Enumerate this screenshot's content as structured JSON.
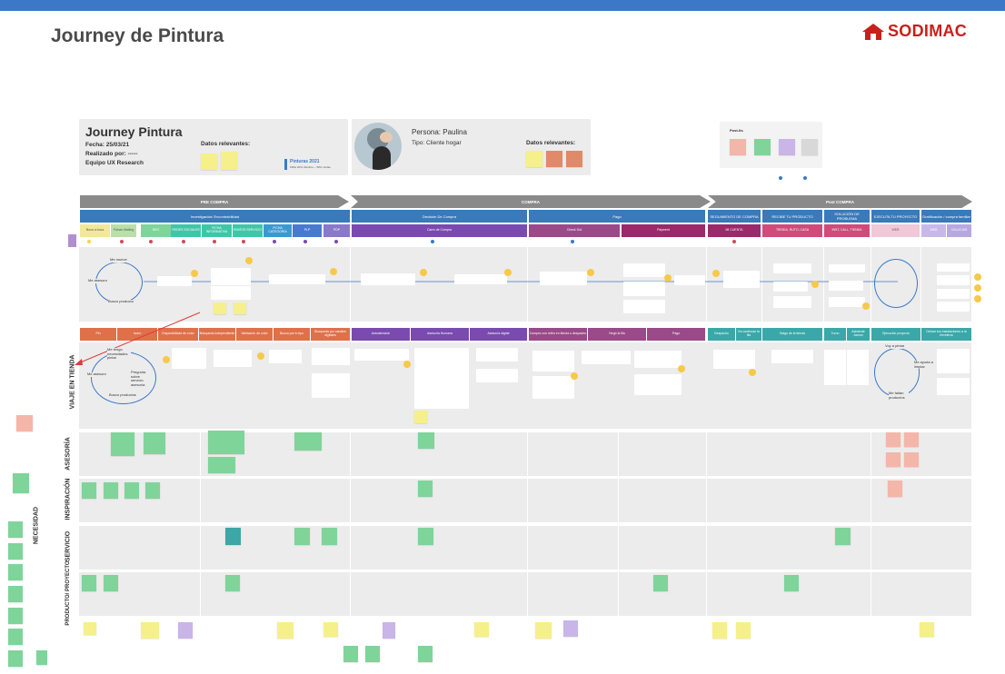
{
  "header": {
    "title": "Journey de Pintura",
    "brand": "SODIMAC",
    "brand_color": "#c8201c",
    "accent": "#3d78c8"
  },
  "journey_card": {
    "heading": "Journey Pintura",
    "date_label": "Fecha: 25/03/21",
    "author_label": "Realizado por: -----",
    "team_label": "Equipo UX Research",
    "relevant_label": "Datos relevantes:",
    "legend_title": "Pinturas 2021",
    "legend_sub": "Fifibs 20% cilindros ~ 30% mixtas"
  },
  "persona_card": {
    "name_label": "Persona: Paulina",
    "type_label": "Tipo: Cliente hogar",
    "relevant_label": "Datos relevantes:"
  },
  "postit_card": {
    "label": "Post-its"
  },
  "phases": [
    {
      "label": "PRE COMPRA"
    },
    {
      "label": "COMPRA"
    },
    {
      "label": "Post COMPRA"
    }
  ],
  "subphases": [
    {
      "label": "Investigación/ Encontrabilidad"
    },
    {
      "label": "Decisión De Compra"
    },
    {
      "label": "Pago"
    },
    {
      "label": "SEGUIMIENTO DE COMPRA"
    },
    {
      "label": "RECIBE TU PRODUCTO"
    },
    {
      "label": "SOLUCIÓN DE PROBLEMA"
    },
    {
      "label": "EJECUTA TU PROYECTO"
    },
    {
      "label": "Gratificación / compra familiar"
    }
  ],
  "channels": [
    {
      "label": "Boca a boca"
    },
    {
      "label": "Fichas Mailing"
    },
    {
      "label": "SEO"
    },
    {
      "label": "REDES SOCIALES"
    },
    {
      "label": "FICHA INFORMATIVA"
    },
    {
      "label": "ENVÍOS SERVICIO"
    },
    {
      "label": "FICHA CATEGORÍA"
    },
    {
      "label": "PLP"
    },
    {
      "label": "PDP"
    },
    {
      "label": "Carro de Compra"
    },
    {
      "label": "Check Out"
    },
    {
      "label": "Payment"
    },
    {
      "label": "MI CUENTA"
    },
    {
      "label": "TIENDA, RUTO, CASA"
    },
    {
      "label": "INST, CALL, TIENDA"
    },
    {
      "label": "WEB"
    },
    {
      "label": "CALLEJAS"
    }
  ],
  "store_steps": [
    {
      "label": "Pin"
    },
    {
      "label": "Icono"
    },
    {
      "label": "Disponibilidad de color"
    },
    {
      "label": "Búsqueda independiente"
    },
    {
      "label": "Validación de color"
    },
    {
      "label": "Busca por lo tipo"
    },
    {
      "label": "Búsqueda por canales digitales"
    },
    {
      "label": "Autoatención"
    },
    {
      "label": "Asesoría Humana"
    },
    {
      "label": "Asesoría digital"
    },
    {
      "label": "Compra con retiro en tienda o despacho"
    },
    {
      "label": "Negó la fila"
    },
    {
      "label": "Pago"
    },
    {
      "label": "Despacho"
    },
    {
      "label": "No continuar la fila"
    },
    {
      "label": "Salgo de la tienda"
    },
    {
      "label": "Turno"
    },
    {
      "label": "Asistente Jamón"
    },
    {
      "label": "Ejecución proyecto"
    },
    {
      "label": "Deluce tus instalaciones a la ferretería"
    }
  ],
  "lanes": [
    {
      "label": "VIAJE EN TIENDA"
    },
    {
      "label": "ASESORÍA"
    },
    {
      "label": "INSPIRACIÓN"
    },
    {
      "label": "SERVICIO"
    },
    {
      "label": "PRODUCTO/ PROYECTO"
    },
    {
      "label": "NECESIDAD"
    }
  ],
  "online_cycle": {
    "top": "Me mueve",
    "left": "Me asesoro",
    "bottom": "Busco producto"
  },
  "store_cycle": {
    "top": "Me tengo necesidades pintar",
    "right": "Pregunta sobre servicio asesoría",
    "bottom": "Busco productos",
    "left": "Me asesoro"
  },
  "post_cycle": {
    "top": "Voy a pintar",
    "right": "Me ayuda a limpiar",
    "bottom": "Me faltan productos"
  }
}
